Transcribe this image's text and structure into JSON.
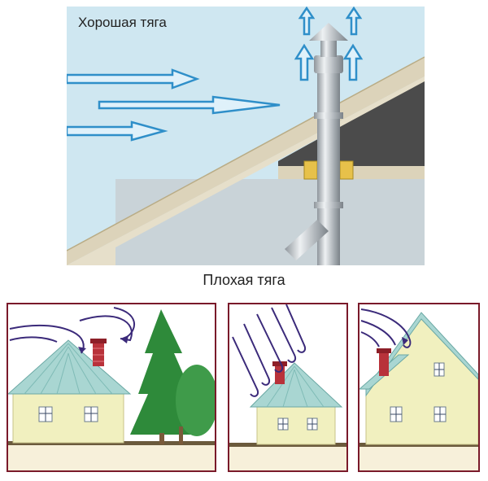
{
  "top": {
    "title": "Хорошая тяга"
  },
  "bottom": {
    "title": "Плохая тяга"
  },
  "colors": {
    "sky": "#cfe7f1",
    "wind_arrow": "#2f8fc9",
    "roof_beige": "#dcd3ba",
    "attic_dark": "#4a4a4a",
    "ceiling_gray": "#c9d3d8",
    "pipe_steel": "#b9bfc4",
    "frame_border": "#7a1a2a",
    "chimney_brick": "#b8323a",
    "house_wall": "#f1f0bf",
    "roof_teal": "#a9d6d2",
    "tree_green": "#2e8a3a",
    "airflow_purple": "#3b2a7a"
  },
  "scenarios": [
    {
      "id": "good",
      "label": "Хорошая тяга"
    },
    {
      "id": "bad-trees",
      "label": "Плохая тяга"
    },
    {
      "id": "bad-precipitation",
      "label": "Плохая тяга"
    },
    {
      "id": "bad-higher-roof",
      "label": "Плохая тяга"
    }
  ]
}
